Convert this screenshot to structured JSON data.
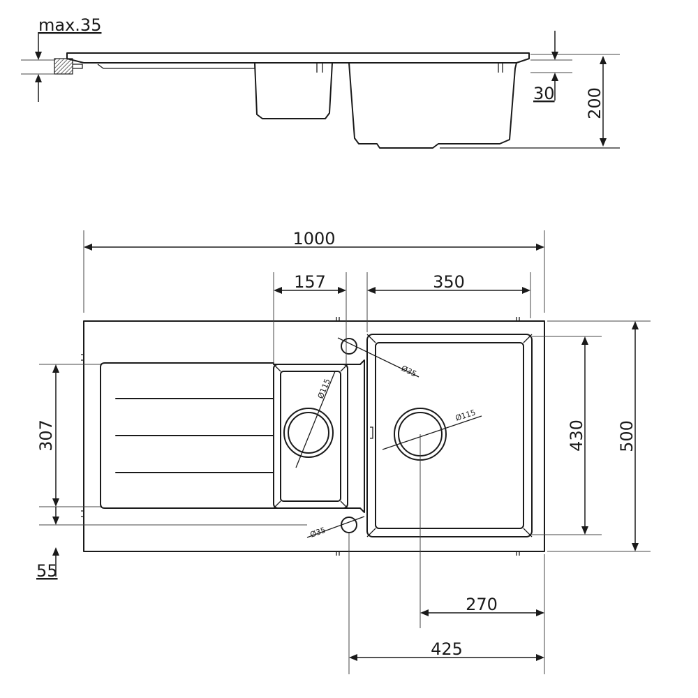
{
  "side_view": {
    "max_label": "max.35",
    "rim_label": "30",
    "depth_label": "200"
  },
  "plan_view": {
    "overall_width": "1000",
    "small_bowl_width": "157",
    "large_bowl_width": "350",
    "drainer_depth": "307",
    "large_bowl_depth": "430",
    "overall_depth": "500",
    "front_offset": "55",
    "waste_offset": "270",
    "edge_offset": "425",
    "small_waste_dia": "Ø115",
    "large_waste_dia": "Ø115",
    "tap_hole_top": "Ø35",
    "tap_hole_bottom": "Ø35"
  },
  "colors": {
    "line": "#1a1a1a",
    "background": "#ffffff"
  }
}
